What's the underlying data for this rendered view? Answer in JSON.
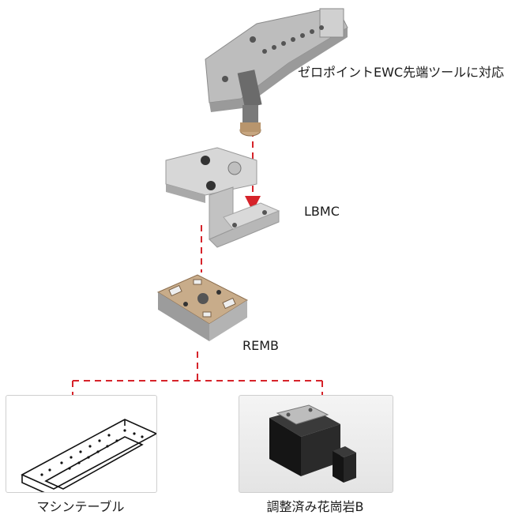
{
  "labels": {
    "top_tool": "ゼロポイントEWC先端ツールに対応",
    "lbmc": "LBMC",
    "remb": "REMB"
  },
  "captions": {
    "machine_table": "マシンテーブル",
    "granite": "調整済み花崗岩B"
  },
  "colors": {
    "arrow": "#d6232a",
    "metal": "#c9c9c9",
    "brass": "#b79a78",
    "granite": "#1e1e1e"
  },
  "icons": {
    "tool": "zero-point-ewc-tool-image",
    "lbmc": "lbmc-adapter-image",
    "remb": "remb-base-image",
    "table": "machine-table-illustration",
    "granite": "granite-block-image"
  }
}
